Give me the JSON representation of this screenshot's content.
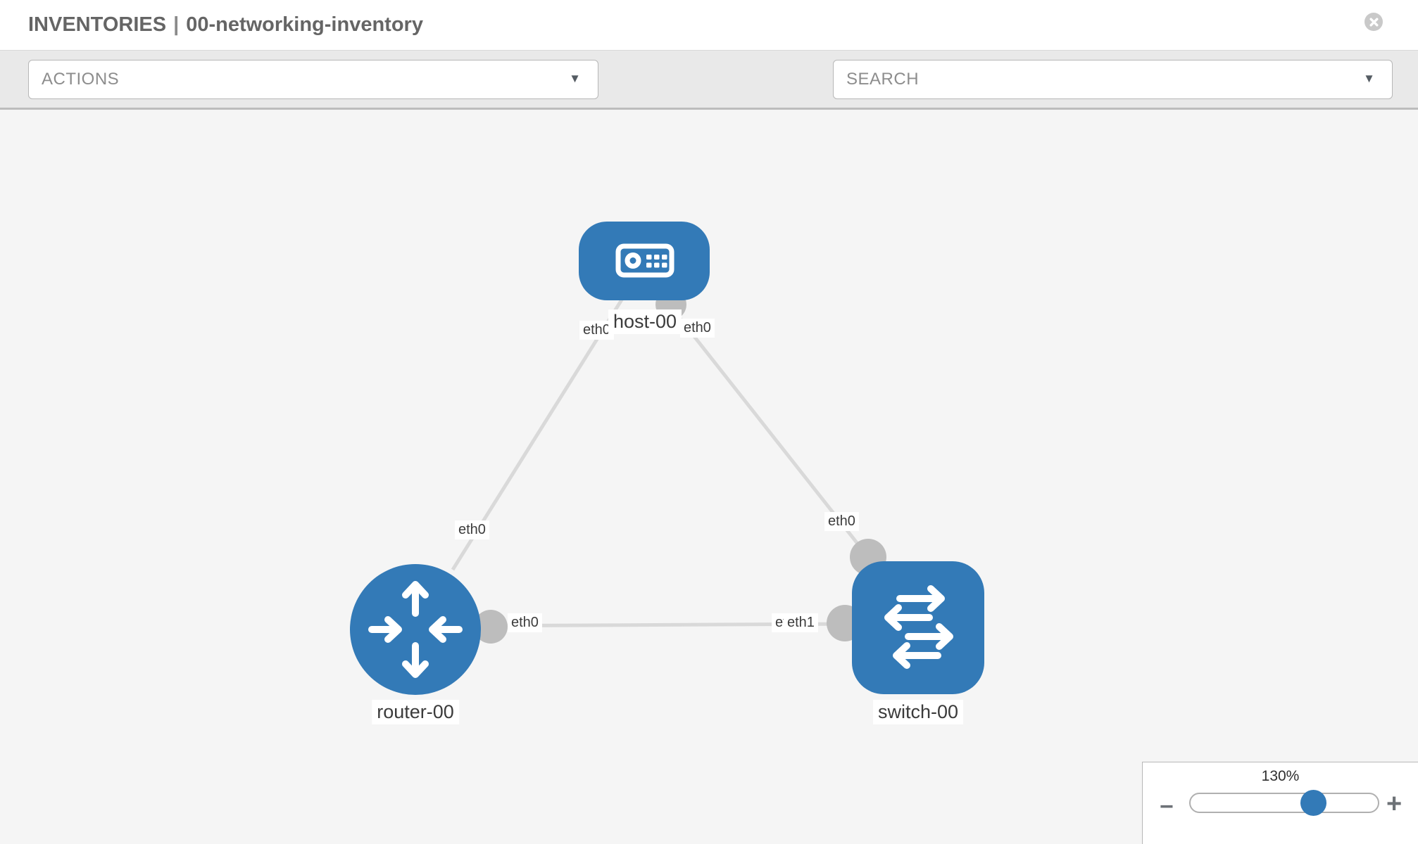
{
  "header": {
    "section": "INVENTORIES",
    "separator": "|",
    "inventory_name": "00-networking-inventory"
  },
  "toolbar": {
    "actions_label": "ACTIONS",
    "search_label": "SEARCH"
  },
  "icons": {
    "header": [
      "close-icon"
    ],
    "toolbar": [
      "wrench-icon",
      "key-icon"
    ],
    "dropdowns": [
      "chevron-down-icon"
    ],
    "nodes": {
      "host": "host-icon",
      "router": "router-icon",
      "switch": "switch-icon"
    }
  },
  "topology": {
    "nodes": [
      {
        "label": "host-00",
        "type": "host"
      },
      {
        "label": "router-00",
        "type": "router"
      },
      {
        "label": "switch-00",
        "type": "switch"
      }
    ],
    "links": [
      {
        "from": "host-00",
        "from_interface": "eth0",
        "to": "router-00",
        "to_interface": "eth0"
      },
      {
        "from": "host-00",
        "from_interface": "eth0",
        "to": "switch-00",
        "to_interface": "eth0"
      },
      {
        "from": "router-00",
        "from_interface": "eth0",
        "to": "switch-00",
        "to_interface": "eth1"
      }
    ],
    "interface_labels": [
      {
        "text": "eth0",
        "node": "host-00",
        "link": "host-router"
      },
      {
        "text": "eth0",
        "node": "host-00",
        "link": "host-switch"
      },
      {
        "text": "eth0",
        "node": "router-00",
        "link": "host-router"
      },
      {
        "text": "eth0",
        "node": "switch-00",
        "link": "host-switch"
      },
      {
        "text": "eth0",
        "node": "router-00",
        "link": "router-switch"
      },
      {
        "text": "eth0",
        "node": "switch-00",
        "link": "router-switch"
      },
      {
        "text": "eth1",
        "node": "switch-00",
        "link": "router-switch"
      }
    ]
  },
  "zoom_control": {
    "level": "130%",
    "minus_label": "−",
    "plus_label": "+"
  },
  "colors": {
    "node_blue": "#337ab7",
    "link_grey": "#d9d9d9",
    "connector_grey": "#bdbdbd",
    "toolbar_bg": "#e9e9e9",
    "canvas_bg": "#f5f5f5",
    "border_grey": "#b7b7b7",
    "title_grey": "#656565"
  }
}
